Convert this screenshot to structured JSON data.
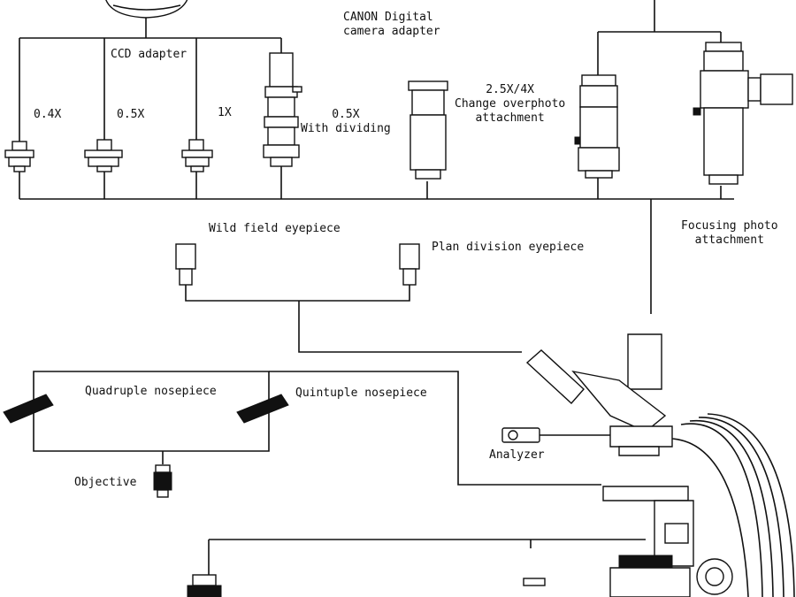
{
  "labels": {
    "canon_adapter": "CANON Digital\ncamera adapter",
    "ccd_adapter": "CCD adapter",
    "mag_04": "0.4X",
    "mag_05": "0.5X",
    "mag_1": "1X",
    "mag_05_dividing": "0.5X\nWith dividing",
    "change_overphoto": "2.5X/4X\nChange overphoto\nattachment",
    "focusing_photo": "Focusing photo\nattachment",
    "wild_field": "Wild field eyepiece",
    "plan_division": "Plan division eyepiece",
    "quadruple": "Quadruple nosepiece",
    "quintuple": "Quintuple nosepiece",
    "objective": "Objective",
    "analyzer": "Analyzer"
  },
  "icons": [
    "camera-adapter-icon",
    "ccd-adapter-04x-icon",
    "ccd-adapter-05x-icon",
    "ccd-adapter-1x-icon",
    "dividing-adapter-icon",
    "overphoto-attachment-icon",
    "photo-tube-icon",
    "focusing-photo-attachment-icon",
    "wild-field-eyepiece-icon",
    "plan-division-eyepiece-icon",
    "quadruple-nosepiece-icon",
    "quintuple-nosepiece-icon",
    "objective-icon",
    "analyzer-icon",
    "microscope-icon",
    "filter-icon",
    "condenser-icon"
  ]
}
